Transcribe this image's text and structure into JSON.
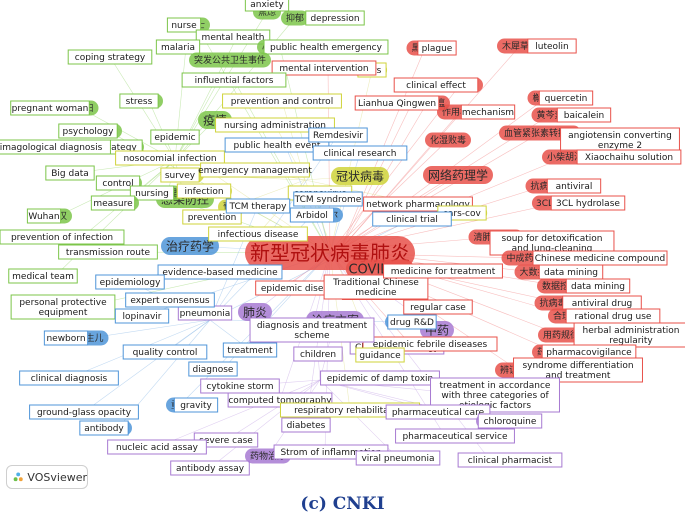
{
  "colors": {
    "red": "#e8514a",
    "green": "#7cc54a",
    "yellow": "#cfd33a",
    "blue": "#4f95d8",
    "purple": "#a77ad2",
    "orange": "#f0a23a",
    "edge_red": "#f28a8a",
    "edge_green": "#9fd87a",
    "edge_blue": "#8fbbe8",
    "edge_purple": "#c4a6e6",
    "edge_yellow": "#dede8c",
    "caption": "#1f3f8f"
  },
  "app": {
    "badge_label": "VOSviewer",
    "badge_icon": "vosviewer-logo-icon"
  },
  "caption": "(c) CNKI",
  "nodes": [
    {
      "id": "xinguan",
      "label": "新型冠状病毒肺炎",
      "cluster": "red",
      "size": "xl",
      "box": ""
    },
    {
      "id": "covid19",
      "label": "COVID-19",
      "cluster": "red",
      "size": "l",
      "box": "COVID-19"
    },
    {
      "id": "wangluo",
      "label": "网络药理学",
      "cluster": "red",
      "size": "m",
      "box": "network pharmacology"
    },
    {
      "id": "zhongyao",
      "label": "中药",
      "cluster": "purple",
      "size": "m",
      "box": "Chinese herbology"
    },
    {
      "id": "yiqing",
      "label": "疫情",
      "cluster": "green",
      "size": "m",
      "box": "epidemic"
    },
    {
      "id": "ganran",
      "label": "感染防控",
      "cluster": "green",
      "size": "m",
      "box": ""
    },
    {
      "id": "feiyan",
      "label": "肺炎",
      "cluster": "purple",
      "size": "m",
      "box": "pneumonia"
    },
    {
      "id": "zhiliao",
      "label": "诊疗方案",
      "cluster": "purple",
      "size": "m",
      "box": ""
    },
    {
      "id": "guanzhuang",
      "label": "冠状病毒",
      "cluster": "yellow",
      "size": "m",
      "box": "coronavirus"
    },
    {
      "id": "zhiliaoyx",
      "label": "治疗药学",
      "cluster": "blue",
      "size": "m",
      "box": ""
    },
    {
      "id": "muxiang",
      "label": "木犀草素",
      "cluster": "red",
      "size": "s",
      "box": "luteolin"
    },
    {
      "id": "shanghan",
      "label": "伤寒论",
      "cluster": "red",
      "size": "s",
      "box": ""
    },
    {
      "id": "huashi",
      "label": "化湿败毒",
      "cluster": "red",
      "size": "s",
      "box": ""
    },
    {
      "id": "zuoyong",
      "label": "作用机制",
      "cluster": "red",
      "size": "s",
      "box": "mechanism"
    },
    {
      "id": "shuipi",
      "label": "槲皮素",
      "cluster": "red",
      "size": "s",
      "box": "quercetin"
    },
    {
      "id": "huangqin",
      "label": "黄芩素",
      "cluster": "red",
      "size": "s",
      "box": "baicalein"
    },
    {
      "id": "xuebi",
      "label": "血管紧张素转换酶",
      "cluster": "red",
      "size": "s",
      "box": "angiotensin converting enzyme 2"
    },
    {
      "id": "xiaochaihu",
      "label": "小柴胡汤",
      "cluster": "red",
      "size": "s",
      "box": "Xiaochaihu solution"
    },
    {
      "id": "kangbingdu",
      "label": "抗病毒",
      "cluster": "red",
      "size": "s",
      "box": "antiviral"
    },
    {
      "id": "3cl",
      "label": "3CL水解酶",
      "cluster": "red",
      "size": "s",
      "box": "3CL hydrolase"
    },
    {
      "id": "qingfei",
      "label": "清肺排毒汤",
      "cluster": "red",
      "size": "s",
      "box": "soup for detoxification and lung-cleaning"
    },
    {
      "id": "zhongchengyao",
      "label": "中成药",
      "cluster": "red",
      "size": "s",
      "box": "Chinese medicine compound"
    },
    {
      "id": "dashuju",
      "label": "大数据",
      "cluster": "red",
      "size": "s",
      "box": "data mining"
    },
    {
      "id": "shujuwajue",
      "label": "数据挖掘",
      "cluster": "red",
      "size": "s",
      "box": "data mining"
    },
    {
      "id": "kangbingduyw",
      "label": "抗病毒药物",
      "cluster": "red",
      "size": "s",
      "box": "antiviral drug"
    },
    {
      "id": "heliyy",
      "label": "合理用药",
      "cluster": "red",
      "size": "s",
      "box": "rational drug use"
    },
    {
      "id": "yongyao",
      "label": "用药规律",
      "cluster": "red",
      "size": "s",
      "box": "herbal administration regularity"
    },
    {
      "id": "yaowujj",
      "label": "药物警戒",
      "cluster": "red",
      "size": "s",
      "box": "pharmacovigilance"
    },
    {
      "id": "bianzheng",
      "label": "辨证论治",
      "cluster": "red",
      "size": "s",
      "box": "syndrome differentiation and treatment"
    },
    {
      "id": "yibing",
      "label": "疫病",
      "cluster": "red",
      "size": "s",
      "box": "epidemic disease"
    },
    {
      "id": "wenbing",
      "label": "温病",
      "cluster": "red",
      "size": "s",
      "box": "epidemic febrile diseases"
    },
    {
      "id": "zhongyiyao",
      "label": "中医药",
      "cluster": "red",
      "size": "s",
      "box": "Traditional Chinese medicine"
    },
    {
      "id": "lianhua",
      "label": "连花清瘟",
      "cluster": "red",
      "size": "s",
      "box": "Lianhua Qingwen"
    },
    {
      "id": "linchuang",
      "label": "临床疗效",
      "cluster": "red",
      "size": "s",
      "box": "clinical effect"
    },
    {
      "id": "yiyao",
      "label": "医药",
      "cluster": "red",
      "size": "s",
      "box": "medicine for treatment"
    },
    {
      "id": "guifan",
      "label": "规范",
      "cluster": "red",
      "size": "s",
      "box": "regular case"
    },
    {
      "id": "sars",
      "label": "sars",
      "cluster": "yellow",
      "size": "s",
      "box": "sars"
    },
    {
      "id": "sarscov",
      "label": "sars-cov",
      "cluster": "yellow",
      "size": "s",
      "box": "sars-cov"
    },
    {
      "id": "heishi",
      "label": "黑死病",
      "cluster": "red",
      "size": "s",
      "box": "plague"
    },
    {
      "id": "xinli",
      "label": "心理干预",
      "cluster": "red",
      "size": "s",
      "box": "mental intervention"
    },
    {
      "id": "jiaolv",
      "label": "焦虑",
      "cluster": "green",
      "size": "s",
      "box": "anxiety"
    },
    {
      "id": "yiyu",
      "label": "抑郁",
      "cluster": "green",
      "size": "s",
      "box": "depression"
    },
    {
      "id": "hushi",
      "label": "护士",
      "cluster": "green",
      "size": "s",
      "box": "nurse"
    },
    {
      "id": "xinlijk",
      "label": "心理健康",
      "cluster": "green",
      "size": "s",
      "box": "mental health"
    },
    {
      "id": "nueji",
      "label": "疟疾",
      "cluster": "green",
      "size": "s",
      "box": "malaria"
    },
    {
      "id": "xinliganyu",
      "label": "心理健康",
      "cluster": "green",
      "size": "s",
      "box": "public health emergency"
    },
    {
      "id": "yingdui",
      "label": "应对策略",
      "cluster": "green",
      "size": "s",
      "box": "coping strategy"
    },
    {
      "id": "tufa",
      "label": "突发公共卫生事件",
      "cluster": "green",
      "size": "s",
      "box": ""
    },
    {
      "id": "yingxiang",
      "label": "影响因素",
      "cluster": "green",
      "size": "s",
      "box": "influential factors"
    },
    {
      "id": "yunfu",
      "label": "孕产妇",
      "cluster": "green",
      "size": "s",
      "box": "pregnant woman"
    },
    {
      "id": "yali",
      "label": "压力",
      "cluster": "green",
      "size": "s",
      "box": "stress"
    },
    {
      "id": "xinlixue",
      "label": "心理",
      "cluster": "green",
      "size": "s",
      "box": "psychology"
    },
    {
      "id": "celue",
      "label": "策略",
      "cluster": "green",
      "size": "s",
      "box": "strategy"
    },
    {
      "id": "yingxiangjc",
      "label": "影像学检查",
      "cluster": "green",
      "size": "s",
      "box": "imagological diagnosis"
    },
    {
      "id": "yuanneigr",
      "label": "院内感染",
      "cluster": "yellow",
      "size": "s",
      "box": "nosocomial infection"
    },
    {
      "id": "dashuju2",
      "label": "大数据",
      "cluster": "green",
      "size": "s",
      "box": "Big data"
    },
    {
      "id": "diaocha",
      "label": "调查",
      "cluster": "yellow",
      "size": "s",
      "box": "survey"
    },
    {
      "id": "kongzhi",
      "label": "控制",
      "cluster": "green",
      "size": "s",
      "box": "control"
    },
    {
      "id": "huli",
      "label": "护理",
      "cluster": "green",
      "size": "s",
      "box": "nursing"
    },
    {
      "id": "cuoshi",
      "label": "措施",
      "cluster": "green",
      "size": "s",
      "box": "measure"
    },
    {
      "id": "ganran2",
      "label": "感染",
      "cluster": "yellow",
      "size": "s",
      "box": "infection"
    },
    {
      "id": "wuhan",
      "label": "武汉",
      "cluster": "green",
      "size": "s",
      "box": "Wuhan"
    },
    {
      "id": "yufang",
      "label": "预防",
      "cluster": "yellow",
      "size": "s",
      "box": "prevention"
    },
    {
      "id": "chuanbo",
      "label": "传播途径",
      "cluster": "green",
      "size": "s",
      "box": "transmission route"
    },
    {
      "id": "yufangganran",
      "label": "预防感染",
      "cluster": "green",
      "size": "s",
      "box": "prevention of infection"
    },
    {
      "id": "yiliao",
      "label": "医疗队",
      "cluster": "green",
      "size": "s",
      "box": "medical team"
    },
    {
      "id": "geren",
      "label": "个人防护用品",
      "cluster": "green",
      "size": "s",
      "box": "personal protective equipment"
    },
    {
      "id": "fangkong",
      "label": "防控",
      "cluster": "yellow",
      "size": "s",
      "box": "prevention and control"
    },
    {
      "id": "huliguanli",
      "label": "护理管理",
      "cluster": "yellow",
      "size": "s",
      "box": "nursing administration"
    },
    {
      "id": "gonggong",
      "label": "公共卫生事件",
      "cluster": "blue",
      "size": "s",
      "box": "public health event"
    },
    {
      "id": "yingji",
      "label": "应急管理",
      "cluster": "yellow",
      "size": "s",
      "box": "emergency management"
    },
    {
      "id": "ruidexi",
      "label": "瑞德西韦",
      "cluster": "blue",
      "size": "s",
      "box": "Remdesivir"
    },
    {
      "id": "linchuangyj",
      "label": "临床研究",
      "cluster": "blue",
      "size": "s",
      "box": "clinical research"
    },
    {
      "id": "zhongyizhenghou",
      "label": "中医证候",
      "cluster": "blue",
      "size": "s",
      "box": "TCM syndrome"
    },
    {
      "id": "zhongyiliaofa",
      "label": "中医疗法",
      "cluster": "blue",
      "size": "s",
      "box": "TCM therapy"
    },
    {
      "id": "abidu",
      "label": "阿比多尔",
      "cluster": "blue",
      "size": "s",
      "box": "Arbidol"
    },
    {
      "id": "linchuangsy",
      "label": "临床试验",
      "cluster": "blue",
      "size": "s",
      "box": "clinical trial"
    },
    {
      "id": "chuanranbing",
      "label": "传染病",
      "cluster": "yellow",
      "size": "s",
      "box": "infectious disease"
    },
    {
      "id": "xunzheng",
      "label": "循证医学",
      "cluster": "blue",
      "size": "s",
      "box": "evidence-based medicine"
    },
    {
      "id": "liuxingbing",
      "label": "流行病学",
      "cluster": "blue",
      "size": "s",
      "box": "epidemiology"
    },
    {
      "id": "zhuanjia",
      "label": "专家共识",
      "cluster": "blue",
      "size": "s",
      "box": "expert consensus"
    },
    {
      "id": "lopinawei",
      "label": "洛匹那韦",
      "cluster": "blue",
      "size": "s",
      "box": "lopinavir"
    },
    {
      "id": "xinshenger",
      "label": "新生儿",
      "cluster": "blue",
      "size": "s",
      "box": "newborn"
    },
    {
      "id": "zhiliangkz",
      "label": "质量控制",
      "cluster": "blue",
      "size": "s",
      "box": "quality control"
    },
    {
      "id": "zhenduan",
      "label": "诊断",
      "cluster": "blue",
      "size": "s",
      "box": "diagnose"
    },
    {
      "id": "linchuangzd",
      "label": "临床诊断",
      "cluster": "blue",
      "size": "s",
      "box": "clinical diagnosis"
    },
    {
      "id": "mobo",
      "label": "磨玻璃影",
      "cluster": "blue",
      "size": "s",
      "box": "ground-glass opacity"
    },
    {
      "id": "zhongli",
      "label": "重力",
      "cluster": "blue",
      "size": "s",
      "box": "gravity"
    },
    {
      "id": "kangti",
      "label": "抗体",
      "cluster": "blue",
      "size": "s",
      "box": "antibody"
    },
    {
      "id": "zhiliao2",
      "label": "治疗",
      "cluster": "blue",
      "size": "s",
      "box": "treatment"
    },
    {
      "id": "zhenduanzl",
      "label": "诊疗方案",
      "cluster": "purple",
      "size": "s",
      "box": "diagnosis and treatment scheme"
    },
    {
      "id": "ertong",
      "label": "儿童",
      "cluster": "purple",
      "size": "s",
      "box": "children"
    },
    {
      "id": "yinzi",
      "label": "细胞因子风暴",
      "cluster": "purple",
      "size": "s",
      "box": "cytokine storm"
    },
    {
      "id": "jisuanji",
      "label": "计算机体层摄影",
      "cluster": "purple",
      "size": "s",
      "box": "computed tomography"
    },
    {
      "id": "zhongzheng",
      "label": "重症",
      "cluster": "purple",
      "size": "s",
      "box": "severe case"
    },
    {
      "id": "hesuan",
      "label": "核酸检测",
      "cluster": "purple",
      "size": "s",
      "box": "nucleic acid assay"
    },
    {
      "id": "tangniao",
      "label": "糖尿病",
      "cluster": "purple",
      "size": "s",
      "box": "diabetes"
    },
    {
      "id": "kangtijc",
      "label": "抗体检测",
      "cluster": "purple",
      "size": "s",
      "box": "antibody assay"
    },
    {
      "id": "yaowuzl",
      "label": "药物治疗",
      "cluster": "purple",
      "size": "s",
      "box": ""
    },
    {
      "id": "huxi",
      "label": "呼吸康复",
      "cluster": "yellow",
      "size": "s",
      "box": "respiratory rehabilitation"
    },
    {
      "id": "zhinan",
      "label": "指南",
      "cluster": "yellow",
      "size": "s",
      "box": "guidance"
    },
    {
      "id": "yiqingshidu",
      "label": "湿毒疫",
      "cluster": "purple",
      "size": "s",
      "box": "epidemic of damp toxin"
    },
    {
      "id": "yanzheng",
      "label": "炎症风暴",
      "cluster": "purple",
      "size": "s",
      "box": "Strom of inflammation"
    },
    {
      "id": "sanyin",
      "label": "三因制宜",
      "cluster": "purple",
      "size": "s",
      "box": "treatment in accordance with three categories of etiologic factors"
    },
    {
      "id": "yaoxuefw",
      "label": "药学服务",
      "cluster": "purple",
      "size": "s",
      "box": "pharmaceutical care"
    },
    {
      "id": "yaoxuefw2",
      "label": "药学服务",
      "cluster": "purple",
      "size": "s",
      "box": "pharmaceutical service"
    },
    {
      "id": "lvkui",
      "label": "氯喹",
      "cluster": "purple",
      "size": "s",
      "box": "chloroquine"
    },
    {
      "id": "bingdu",
      "label": "病毒性肺炎",
      "cluster": "purple",
      "size": "s",
      "box": "viral pneumonia"
    },
    {
      "id": "linchuangyaoshi",
      "label": "临床药师",
      "cluster": "purple",
      "size": "s",
      "box": "clinical pharmacist"
    },
    {
      "id": "yaowuyanfa",
      "label": "药物研发",
      "cluster": "blue",
      "size": "s",
      "box": "drug R&D"
    }
  ]
}
